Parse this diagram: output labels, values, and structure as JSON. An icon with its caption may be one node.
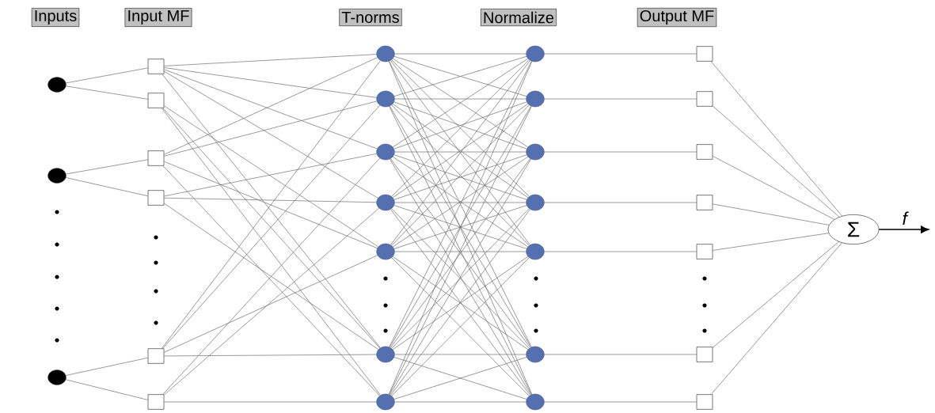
{
  "diagram": {
    "nodes": [
      {
        "text": [
          "Inputs"
        ]
      },
      {
        "text": [
          "Input MF"
        ]
      },
      {
        "text": [
          "T-norms"
        ]
      },
      {
        "text": [
          "Normalize"
        ]
      },
      {
        "text": [
          "Output MF"
        ]
      },
      {
        "text": [],
        "shape": "circle"
      },
      {
        "text": [],
        "shape": "circle"
      },
      {
        "text": [],
        "shape": "circle"
      },
      {
        "text": [],
        "shape": "box"
      },
      {
        "text": [],
        "shape": "box"
      },
      {
        "text": [],
        "shape": "box"
      },
      {
        "text": [],
        "shape": "box"
      },
      {
        "text": [],
        "shape": "box"
      },
      {
        "text": [],
        "shape": "box"
      },
      {
        "text": [],
        "shape": "circle"
      },
      {
        "text": [],
        "shape": "circle"
      },
      {
        "text": [],
        "shape": "circle"
      },
      {
        "text": [],
        "shape": "circle"
      },
      {
        "text": [],
        "shape": "circle"
      },
      {
        "text": [],
        "shape": "circle"
      },
      {
        "text": [],
        "shape": "circle"
      },
      {
        "text": [],
        "shape": "circle"
      },
      {
        "text": [],
        "shape": "circle"
      },
      {
        "text": [],
        "shape": "circle"
      },
      {
        "text": [],
        "shape": "circle"
      },
      {
        "text": [],
        "shape": "circle"
      },
      {
        "text": [],
        "shape": "circle"
      },
      {
        "text": [],
        "shape": "circle"
      },
      {
        "text": [],
        "shape": "box"
      },
      {
        "text": [],
        "shape": "box"
      },
      {
        "text": [],
        "shape": "box"
      },
      {
        "text": [],
        "shape": "box"
      },
      {
        "text": [],
        "shape": "box"
      },
      {
        "text": [],
        "shape": "box"
      },
      {
        "text": [],
        "shape": "box"
      },
      {
        "text": [
          "Σ"
        ]
      }
    ],
    "edges": [
      {
        "from": 5,
        "to": 8,
        "arrow": "none"
      },
      {
        "from": 5,
        "to": 9,
        "arrow": "none"
      },
      {
        "from": 6,
        "to": 10,
        "arrow": "none"
      },
      {
        "from": 6,
        "to": 11,
        "arrow": "none"
      },
      {
        "from": 7,
        "to": 12,
        "arrow": "none"
      },
      {
        "from": 7,
        "to": 13,
        "arrow": "none"
      },
      {
        "from": 8,
        "to": 14,
        "arrow": "none"
      },
      {
        "from": 8,
        "to": 15,
        "arrow": "none"
      },
      {
        "from": 8,
        "to": 16,
        "arrow": "none"
      },
      {
        "from": 8,
        "to": 17,
        "arrow": "none"
      },
      {
        "from": 8,
        "to": 19,
        "arrow": "none"
      },
      {
        "from": 9,
        "to": 18,
        "arrow": "none"
      },
      {
        "from": 9,
        "to": 19,
        "arrow": "none"
      },
      {
        "from": 9,
        "to": 20,
        "arrow": "none"
      },
      {
        "from": 10,
        "to": 14,
        "arrow": "none"
      },
      {
        "from": 10,
        "to": 15,
        "arrow": "none"
      },
      {
        "from": 10,
        "to": 18,
        "arrow": "none"
      },
      {
        "from": 10,
        "to": 20,
        "arrow": "none"
      },
      {
        "from": 11,
        "to": 16,
        "arrow": "none"
      },
      {
        "from": 11,
        "to": 17,
        "arrow": "none"
      },
      {
        "from": 11,
        "to": 19,
        "arrow": "none"
      },
      {
        "from": 12,
        "to": 14,
        "arrow": "none"
      },
      {
        "from": 12,
        "to": 15,
        "arrow": "none"
      },
      {
        "from": 12,
        "to": 18,
        "arrow": "none"
      },
      {
        "from": 12,
        "to": 19,
        "arrow": "none"
      },
      {
        "from": 13,
        "to": 16,
        "arrow": "none"
      },
      {
        "from": 13,
        "to": 17,
        "arrow": "none"
      },
      {
        "from": 13,
        "to": 20,
        "arrow": "none"
      },
      {
        "from": 14,
        "to": 21,
        "arrow": "none"
      },
      {
        "from": 14,
        "to": 22,
        "arrow": "none"
      },
      {
        "from": 14,
        "to": 23,
        "arrow": "none"
      },
      {
        "from": 14,
        "to": 24,
        "arrow": "none"
      },
      {
        "from": 14,
        "to": 25,
        "arrow": "none"
      },
      {
        "from": 14,
        "to": 26,
        "arrow": "none"
      },
      {
        "from": 14,
        "to": 27,
        "arrow": "none"
      },
      {
        "from": 15,
        "to": 21,
        "arrow": "none"
      },
      {
        "from": 15,
        "to": 22,
        "arrow": "none"
      },
      {
        "from": 15,
        "to": 23,
        "arrow": "none"
      },
      {
        "from": 15,
        "to": 24,
        "arrow": "none"
      },
      {
        "from": 15,
        "to": 25,
        "arrow": "none"
      },
      {
        "from": 15,
        "to": 26,
        "arrow": "none"
      },
      {
        "from": 15,
        "to": 27,
        "arrow": "none"
      },
      {
        "from": 16,
        "to": 21,
        "arrow": "none"
      },
      {
        "from": 16,
        "to": 22,
        "arrow": "none"
      },
      {
        "from": 16,
        "to": 23,
        "arrow": "none"
      },
      {
        "from": 16,
        "to": 24,
        "arrow": "none"
      },
      {
        "from": 16,
        "to": 25,
        "arrow": "none"
      },
      {
        "from": 16,
        "to": 26,
        "arrow": "none"
      },
      {
        "from": 16,
        "to": 27,
        "arrow": "none"
      },
      {
        "from": 17,
        "to": 21,
        "arrow": "none"
      },
      {
        "from": 17,
        "to": 22,
        "arrow": "none"
      },
      {
        "from": 17,
        "to": 23,
        "arrow": "none"
      },
      {
        "from": 17,
        "to": 24,
        "arrow": "none"
      },
      {
        "from": 17,
        "to": 25,
        "arrow": "none"
      },
      {
        "from": 17,
        "to": 26,
        "arrow": "none"
      },
      {
        "from": 17,
        "to": 27,
        "arrow": "none"
      },
      {
        "from": 18,
        "to": 21,
        "arrow": "none"
      },
      {
        "from": 18,
        "to": 22,
        "arrow": "none"
      },
      {
        "from": 18,
        "to": 23,
        "arrow": "none"
      },
      {
        "from": 18,
        "to": 24,
        "arrow": "none"
      },
      {
        "from": 18,
        "to": 25,
        "arrow": "none"
      },
      {
        "from": 18,
        "to": 26,
        "arrow": "none"
      },
      {
        "from": 18,
        "to": 27,
        "arrow": "none"
      },
      {
        "from": 19,
        "to": 21,
        "arrow": "none"
      },
      {
        "from": 19,
        "to": 22,
        "arrow": "none"
      },
      {
        "from": 19,
        "to": 23,
        "arrow": "none"
      },
      {
        "from": 19,
        "to": 24,
        "arrow": "none"
      },
      {
        "from": 19,
        "to": 25,
        "arrow": "none"
      },
      {
        "from": 19,
        "to": 26,
        "arrow": "none"
      },
      {
        "from": 19,
        "to": 27,
        "arrow": "none"
      },
      {
        "from": 20,
        "to": 21,
        "arrow": "none"
      },
      {
        "from": 20,
        "to": 22,
        "arrow": "none"
      },
      {
        "from": 20,
        "to": 23,
        "arrow": "none"
      },
      {
        "from": 20,
        "to": 24,
        "arrow": "none"
      },
      {
        "from": 20,
        "to": 25,
        "arrow": "none"
      },
      {
        "from": 20,
        "to": 26,
        "arrow": "none"
      },
      {
        "from": 20,
        "to": 27,
        "arrow": "none"
      },
      {
        "from": 21,
        "to": 28,
        "arrow": "none"
      },
      {
        "from": 22,
        "to": 29,
        "arrow": "none"
      },
      {
        "from": 23,
        "to": 30,
        "arrow": "none"
      },
      {
        "from": 24,
        "to": 31,
        "arrow": "none"
      },
      {
        "from": 25,
        "to": 32,
        "arrow": "none"
      },
      {
        "from": 26,
        "to": 33,
        "arrow": "none"
      },
      {
        "from": 27,
        "to": 34,
        "arrow": "none"
      },
      {
        "from": 28,
        "to": 35,
        "arrow": "none"
      },
      {
        "from": 29,
        "to": 35,
        "arrow": "none"
      },
      {
        "from": 30,
        "to": 35,
        "arrow": "none"
      },
      {
        "from": 31,
        "to": 35,
        "arrow": "none"
      },
      {
        "from": 32,
        "to": 35,
        "arrow": "none"
      },
      {
        "from": 33,
        "to": 35,
        "arrow": "none"
      },
      {
        "from": 34,
        "to": 35,
        "arrow": "none"
      },
      {
        "from": 35,
        "to": null,
        "arrow": "to",
        "label": "f",
        "color": "#000000"
      }
    ]
  }
}
